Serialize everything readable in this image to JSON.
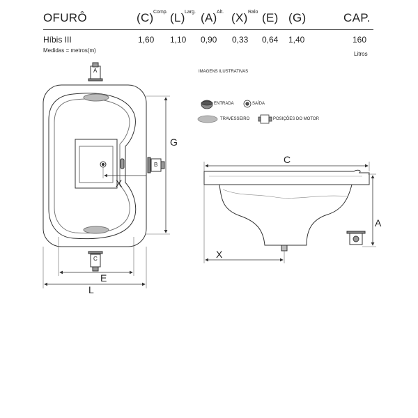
{
  "header": {
    "product_type": "OFURÔ",
    "columns": [
      {
        "symbol": "(C)",
        "sup": "Comp."
      },
      {
        "symbol": "(L)",
        "sup": "Larg."
      },
      {
        "symbol": "(A)",
        "sup": "Alt."
      },
      {
        "symbol": "(X)",
        "sup": "Ralo"
      },
      {
        "symbol": "(E)",
        "sup": ""
      },
      {
        "symbol": "(G)",
        "sup": ""
      }
    ],
    "capacity_label": "CAP."
  },
  "model": {
    "name": "Híbis III",
    "values": [
      "1,60",
      "1,10",
      "0,90",
      "0,33",
      "0,64",
      "1,40"
    ],
    "capacity": "160",
    "capacity_unit": "Litros"
  },
  "notes": {
    "units": "Medidas = metros(m)",
    "images": "IMAGENS ILUSTRATIVAS"
  },
  "legend": {
    "inlet": "ENTRADA",
    "outlet": "SAÍDA",
    "pillow": "TRAVESSEIRO",
    "motor": "POSIÇÕES DO MOTOR"
  },
  "top_view": {
    "dim_g": "G",
    "dim_x": "X",
    "dim_e": "E",
    "dim_l": "L",
    "motor_a": "A",
    "motor_b": "B",
    "motor_c": "C"
  },
  "side_view": {
    "dim_c": "C",
    "dim_a": "A",
    "dim_x": "X"
  }
}
